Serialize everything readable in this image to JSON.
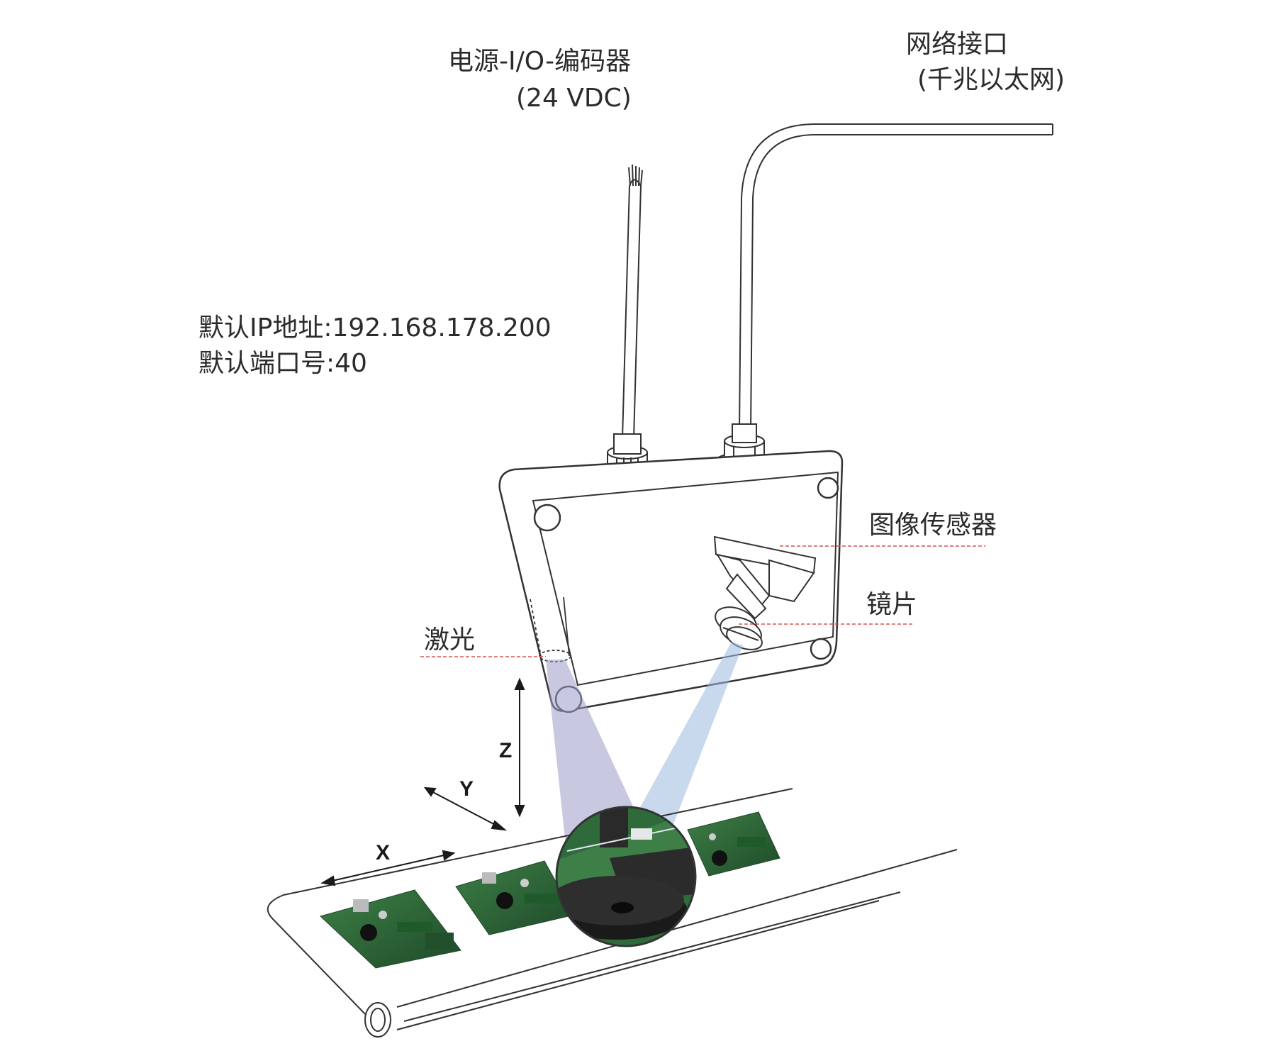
{
  "labels": {
    "power": "电源-I/O-编码器",
    "power_sub": "(24 VDC)",
    "network": "网络接口",
    "network_sub": "(千兆以太网)",
    "ip": "默认IP地址:192.168.178.200",
    "port": "默认端口号:40",
    "sensor": "图像传感器",
    "lens": "镜片",
    "laser": "激光"
  },
  "axes": {
    "x": "X",
    "y": "Y",
    "z": "Z"
  },
  "colors": {
    "outline": "#333333",
    "leader": "#d9534f",
    "beam_laser": "#9a9ac8",
    "beam_camera": "#9ab8de",
    "pcb": "#2f6b3a",
    "pcb_dark": "#1f4a28"
  }
}
